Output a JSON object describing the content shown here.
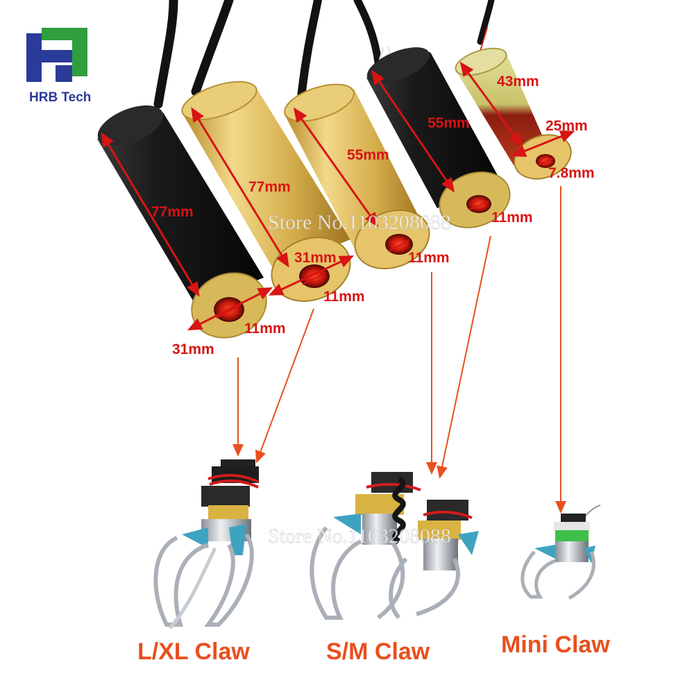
{
  "brand": {
    "name": "HRB Tech"
  },
  "watermark": {
    "text": "Store No.1103208088"
  },
  "coils": [
    {
      "length": "77mm",
      "diameter": "31mm",
      "bore": "11mm",
      "color": "#161616"
    },
    {
      "length": "77mm",
      "diameter": "31mm",
      "bore": "11mm",
      "color": "#d3ac45"
    },
    {
      "length": "55mm",
      "diameter": "",
      "bore": "11mm",
      "color": "#d4ad4a"
    },
    {
      "length": "55mm",
      "diameter": "",
      "bore": "11mm",
      "color": "#1b1b1b"
    },
    {
      "length": "43mm",
      "diameter": "25mm",
      "bore": "7.8mm",
      "color": "#c9c26b"
    }
  ],
  "claws": [
    {
      "label": "L/XL Claw"
    },
    {
      "label": "S/M Claw"
    },
    {
      "label": "Mini Claw"
    }
  ],
  "colors": {
    "dimension": "#d81414",
    "caption": "#e8501e",
    "arrow": "#e8501e",
    "logo_green": "#2e9e3e",
    "logo_blue": "#2b3b9a"
  }
}
